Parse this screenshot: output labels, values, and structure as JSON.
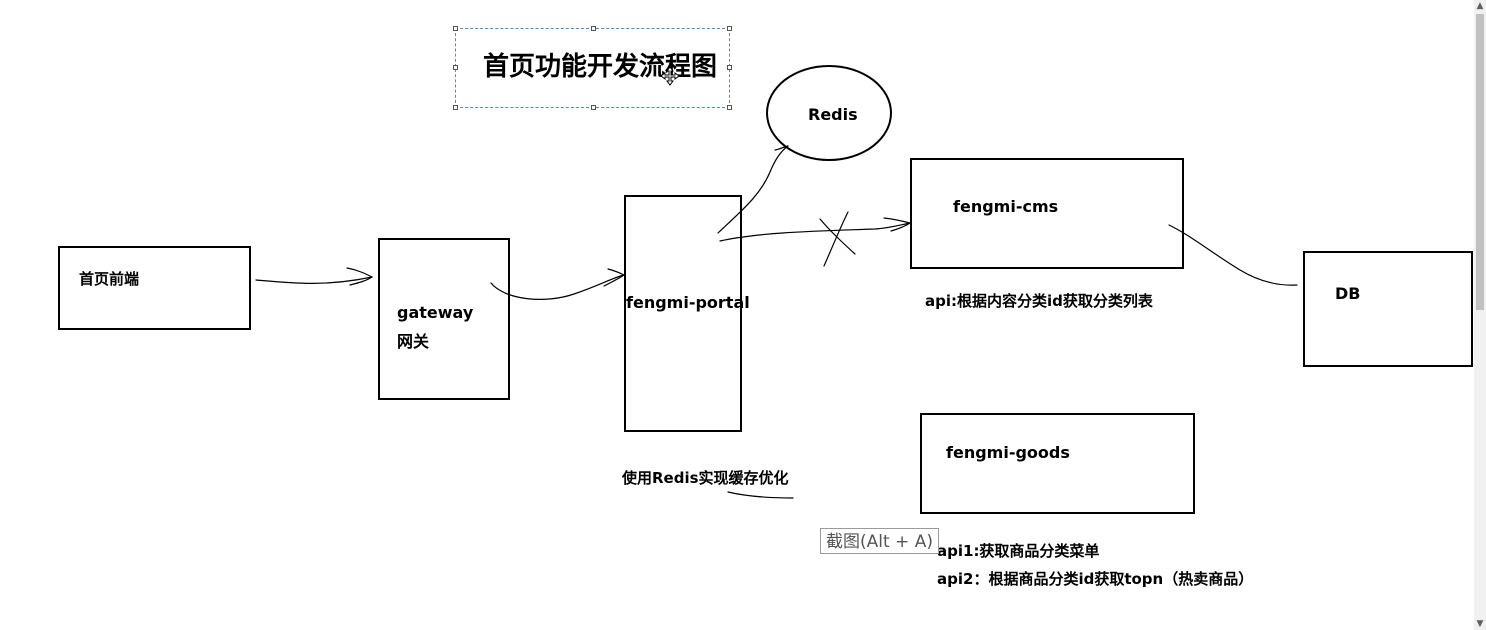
{
  "title": "首页功能开发流程图",
  "nodes": {
    "frontend": "首页前端",
    "gateway_line1": "gateway",
    "gateway_line2": "网关",
    "portal": "fengmi-portal",
    "redis": "Redis",
    "cms": "fengmi-cms",
    "db": "DB",
    "goods": "fengmi-goods"
  },
  "notes": {
    "cms_api": "api:根据内容分类id获取分类列表",
    "portal_cache": "使用Redis实现缓存优化",
    "goods_api1": "api1:获取商品分类菜单",
    "goods_api2": "api2：根据商品分类id获取topn（热卖商品）"
  },
  "tooltip": "截图(Alt + A)",
  "icons": {
    "move_cursor": "move-cursor-icon",
    "scroll_up": "chevron-up-icon",
    "scroll_down": "chevron-down-icon"
  }
}
